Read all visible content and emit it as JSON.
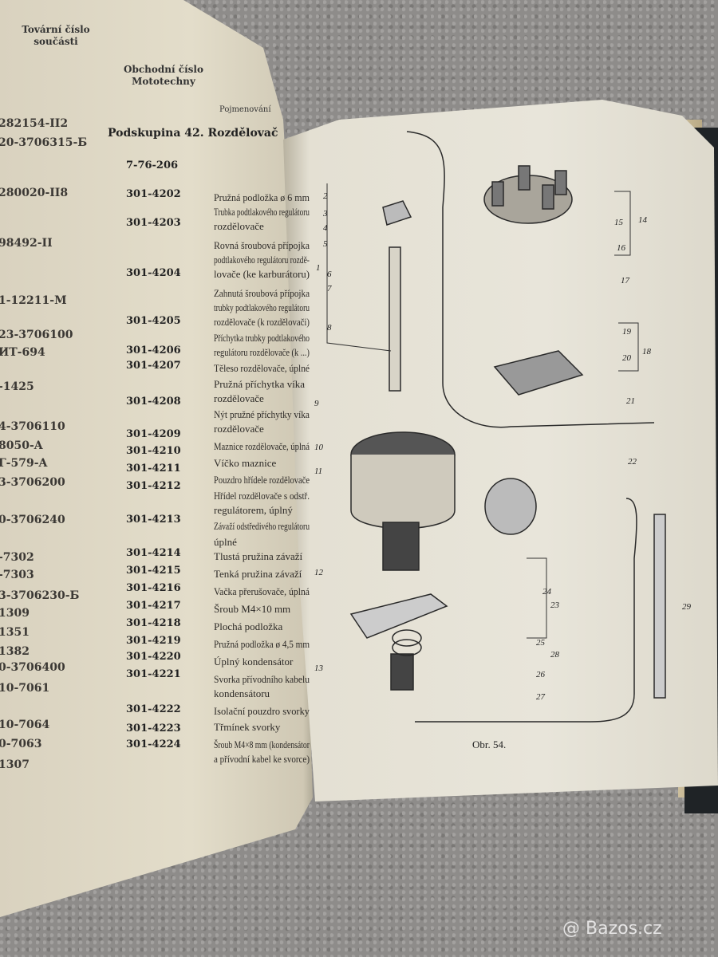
{
  "left_page": {
    "header": {
      "col1": "Tovární číslo součásti",
      "col2": "Obchodní číslo Mototechny",
      "col3": "Pojmenování"
    },
    "subgroup_title": "Podskupina 42. Rozdělovač",
    "factory_numbers": [
      "282154-II2",
      "20-3706315-Б",
      "280020-II8",
      "98492-II",
      "1-12211-M",
      "23-3706100",
      "ИТ-694",
      "-1425",
      "4-3706110",
      "8050-A",
      "Г-579-A",
      "3-3706200",
      "0-3706240",
      "-7302",
      "-7303",
      "3-3706230-Б",
      "1309",
      "1351",
      "1382",
      "0-3706400",
      "10-7061",
      "10-7064",
      "0-7063",
      "1307"
    ],
    "trade_numbers": [
      "7-76-206",
      "301-4202",
      "301-4203",
      "301-4204",
      "301-4205",
      "301-4206",
      "301-4207",
      "301-4208",
      "301-4209",
      "301-4210",
      "301-4211",
      "301-4212",
      "301-4213",
      "301-4214",
      "301-4215",
      "301-4216",
      "301-4217",
      "301-4218",
      "301-4219",
      "301-4220",
      "301-4221",
      "301-4222",
      "301-4223",
      "301-4224"
    ],
    "descriptions": [
      "Pružná podložka ø 6 mm",
      "Trubka podtlakového regulátoru",
      "rozdělovače",
      "Rovná šroubová přípojka",
      "podtlakového regulátoru rozdě-",
      "lovače (ke karburátoru)",
      "Zahnutá šroubová přípojka",
      "trubky podtlakového regulátoru",
      "rozdělovače (k rozdělovači)",
      "Příchytka trubky podtlakového",
      "regulátoru rozdělovače (k ...)",
      "Těleso rozdělovače, úplné",
      "Pružná příchytka víka",
      "rozdělovače",
      "Nýt pružné příchytky víka",
      "rozdělovače",
      "Maznice rozdělovače, úplná",
      "Víčko maznice",
      "Pouzdro hřídele rozdělovače",
      "Hřídel rozdělovače s odstř.",
      "regulátorem, úplný",
      "Závaží odstředivého regulátoru",
      "úplné",
      "Tlustá pružina závaží",
      "Tenká pružina závaží",
      "Vačka přerušovače, úplná",
      "Šroub M4×10 mm",
      "Plochá podložka",
      "Pružná podložka ø 4,5 mm",
      "Úplný kondensátor",
      "Svorka přívodního kabelu",
      "kondensátoru",
      "Isolační pouzdro svorky",
      "Třmínek svorky",
      "Šroub M4×8 mm (kondensátor",
      "a přívodní kabel ke svorce)"
    ]
  },
  "right_page": {
    "figure_labels": [
      "1",
      "2",
      "3",
      "4",
      "5",
      "6",
      "7",
      "8",
      "9",
      "10",
      "11",
      "12",
      "13",
      "14",
      "15",
      "16",
      "17",
      "18",
      "19",
      "20",
      "21",
      "22",
      "23",
      "24",
      "25",
      "26",
      "27",
      "28",
      "29"
    ],
    "caption": "Obr. 54."
  },
  "watermark": "@ Bazos.cz",
  "colors": {
    "paper": "#e4dfcf",
    "ink": "#2a2724",
    "carpet": "#8e8c8a",
    "cover": "#1f2326"
  }
}
